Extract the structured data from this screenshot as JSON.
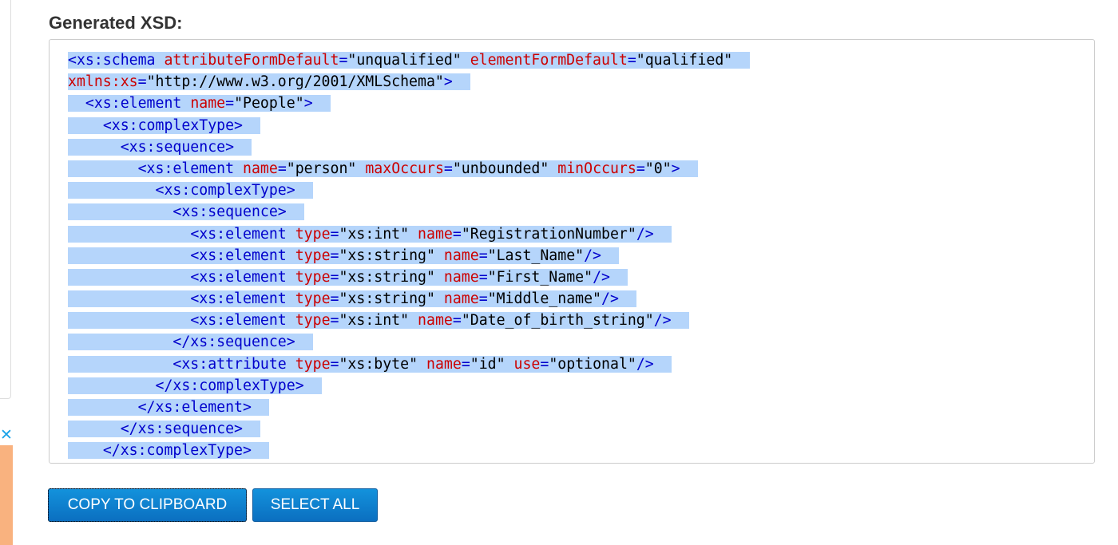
{
  "heading": "Generated XSD:",
  "code_lines": [
    {
      "indent": 0,
      "parts": [
        {
          "k": "t",
          "s": "<xs:schema "
        },
        {
          "k": "a",
          "s": "attributeFormDefault"
        },
        {
          "k": "t",
          "s": "="
        },
        {
          "k": "v",
          "s": "\"unqualified\""
        },
        {
          "k": "t",
          "s": " "
        },
        {
          "k": "a",
          "s": "elementFormDefault"
        },
        {
          "k": "t",
          "s": "="
        },
        {
          "k": "v",
          "s": "\"qualified\""
        }
      ]
    },
    {
      "indent": 0,
      "parts": [
        {
          "k": "a",
          "s": "xmlns:xs"
        },
        {
          "k": "t",
          "s": "="
        },
        {
          "k": "v",
          "s": "\"http://www.w3.org/2001/XMLSchema\""
        },
        {
          "k": "t",
          "s": ">"
        }
      ]
    },
    {
      "indent": 1,
      "parts": [
        {
          "k": "t",
          "s": "<xs:element "
        },
        {
          "k": "a",
          "s": "name"
        },
        {
          "k": "t",
          "s": "="
        },
        {
          "k": "v",
          "s": "\"People\""
        },
        {
          "k": "t",
          "s": ">"
        }
      ]
    },
    {
      "indent": 2,
      "parts": [
        {
          "k": "t",
          "s": "<xs:complexType>"
        }
      ]
    },
    {
      "indent": 3,
      "parts": [
        {
          "k": "t",
          "s": "<xs:sequence>"
        }
      ]
    },
    {
      "indent": 4,
      "parts": [
        {
          "k": "t",
          "s": "<xs:element "
        },
        {
          "k": "a",
          "s": "name"
        },
        {
          "k": "t",
          "s": "="
        },
        {
          "k": "v",
          "s": "\"person\""
        },
        {
          "k": "t",
          "s": " "
        },
        {
          "k": "a",
          "s": "maxOccurs"
        },
        {
          "k": "t",
          "s": "="
        },
        {
          "k": "v",
          "s": "\"unbounded\""
        },
        {
          "k": "t",
          "s": " "
        },
        {
          "k": "a",
          "s": "minOccurs"
        },
        {
          "k": "t",
          "s": "="
        },
        {
          "k": "v",
          "s": "\"0\""
        },
        {
          "k": "t",
          "s": ">"
        }
      ]
    },
    {
      "indent": 5,
      "parts": [
        {
          "k": "t",
          "s": "<xs:complexType>"
        }
      ]
    },
    {
      "indent": 6,
      "parts": [
        {
          "k": "t",
          "s": "<xs:sequence>"
        }
      ]
    },
    {
      "indent": 7,
      "parts": [
        {
          "k": "t",
          "s": "<xs:element "
        },
        {
          "k": "a",
          "s": "type"
        },
        {
          "k": "t",
          "s": "="
        },
        {
          "k": "v",
          "s": "\"xs:int\""
        },
        {
          "k": "t",
          "s": " "
        },
        {
          "k": "a",
          "s": "name"
        },
        {
          "k": "t",
          "s": "="
        },
        {
          "k": "v",
          "s": "\"RegistrationNumber\""
        },
        {
          "k": "t",
          "s": "/>"
        }
      ]
    },
    {
      "indent": 7,
      "parts": [
        {
          "k": "t",
          "s": "<xs:element "
        },
        {
          "k": "a",
          "s": "type"
        },
        {
          "k": "t",
          "s": "="
        },
        {
          "k": "v",
          "s": "\"xs:string\""
        },
        {
          "k": "t",
          "s": " "
        },
        {
          "k": "a",
          "s": "name"
        },
        {
          "k": "t",
          "s": "="
        },
        {
          "k": "v",
          "s": "\"Last_Name\""
        },
        {
          "k": "t",
          "s": "/>"
        }
      ]
    },
    {
      "indent": 7,
      "parts": [
        {
          "k": "t",
          "s": "<xs:element "
        },
        {
          "k": "a",
          "s": "type"
        },
        {
          "k": "t",
          "s": "="
        },
        {
          "k": "v",
          "s": "\"xs:string\""
        },
        {
          "k": "t",
          "s": " "
        },
        {
          "k": "a",
          "s": "name"
        },
        {
          "k": "t",
          "s": "="
        },
        {
          "k": "v",
          "s": "\"First_Name\""
        },
        {
          "k": "t",
          "s": "/>"
        }
      ]
    },
    {
      "indent": 7,
      "parts": [
        {
          "k": "t",
          "s": "<xs:element "
        },
        {
          "k": "a",
          "s": "type"
        },
        {
          "k": "t",
          "s": "="
        },
        {
          "k": "v",
          "s": "\"xs:string\""
        },
        {
          "k": "t",
          "s": " "
        },
        {
          "k": "a",
          "s": "name"
        },
        {
          "k": "t",
          "s": "="
        },
        {
          "k": "v",
          "s": "\"Middle_name\""
        },
        {
          "k": "t",
          "s": "/>"
        }
      ]
    },
    {
      "indent": 7,
      "parts": [
        {
          "k": "t",
          "s": "<xs:element "
        },
        {
          "k": "a",
          "s": "type"
        },
        {
          "k": "t",
          "s": "="
        },
        {
          "k": "v",
          "s": "\"xs:int\""
        },
        {
          "k": "t",
          "s": " "
        },
        {
          "k": "a",
          "s": "name"
        },
        {
          "k": "t",
          "s": "="
        },
        {
          "k": "v",
          "s": "\"Date_of_birth_string\""
        },
        {
          "k": "t",
          "s": "/>"
        }
      ]
    },
    {
      "indent": 6,
      "parts": [
        {
          "k": "t",
          "s": "</xs:sequence>"
        }
      ]
    },
    {
      "indent": 6,
      "parts": [
        {
          "k": "t",
          "s": "<xs:attribute "
        },
        {
          "k": "a",
          "s": "type"
        },
        {
          "k": "t",
          "s": "="
        },
        {
          "k": "v",
          "s": "\"xs:byte\""
        },
        {
          "k": "t",
          "s": " "
        },
        {
          "k": "a",
          "s": "name"
        },
        {
          "k": "t",
          "s": "="
        },
        {
          "k": "v",
          "s": "\"id\""
        },
        {
          "k": "t",
          "s": " "
        },
        {
          "k": "a",
          "s": "use"
        },
        {
          "k": "t",
          "s": "="
        },
        {
          "k": "v",
          "s": "\"optional\""
        },
        {
          "k": "t",
          "s": "/>"
        }
      ]
    },
    {
      "indent": 5,
      "parts": [
        {
          "k": "t",
          "s": "</xs:complexType>"
        }
      ]
    },
    {
      "indent": 4,
      "parts": [
        {
          "k": "t",
          "s": "</xs:element>"
        }
      ]
    },
    {
      "indent": 3,
      "parts": [
        {
          "k": "t",
          "s": "</xs:sequence>"
        }
      ]
    },
    {
      "indent": 2,
      "parts": [
        {
          "k": "t",
          "s": "</xs:complexType>"
        }
      ]
    }
  ],
  "buttons": {
    "copy_label": "COPY TO CLIPBOARD",
    "select_label": "SELECT ALL"
  },
  "ad": {
    "close_glyph": "✕"
  },
  "colors": {
    "tag": "#0000cc",
    "attribute": "#cc0000",
    "value": "#000000",
    "selection": "#b5d5fb",
    "button": "#0b7dd0"
  }
}
